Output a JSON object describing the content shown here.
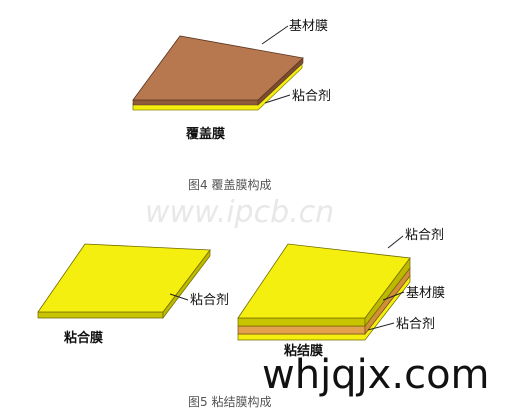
{
  "fig4": {
    "label_base_film": "基材膜",
    "label_adhesive": "粘合剂",
    "film_name": "覆盖膜",
    "caption": "图4  覆盖膜构成"
  },
  "fig5": {
    "left_label_adhesive": "粘合剂",
    "left_film_name": "粘合膜",
    "right_label_adhesive_top": "粘合剂",
    "right_label_base_film": "基材膜",
    "right_label_adhesive_bottom": "粘合剂",
    "right_film_name": "粘结膜",
    "caption": "图5  粘结膜构成"
  },
  "watermarks": {
    "site_faint": "www.ipcb.cn",
    "site_big": "whjqjx.com"
  },
  "colors": {
    "copper_film": "#b7774f",
    "copper_dark": "#8f5a3a",
    "yellow_adhesive": "#f5ef10",
    "yellow_dark": "#c9c400",
    "orange_core": "#e2a14a"
  }
}
